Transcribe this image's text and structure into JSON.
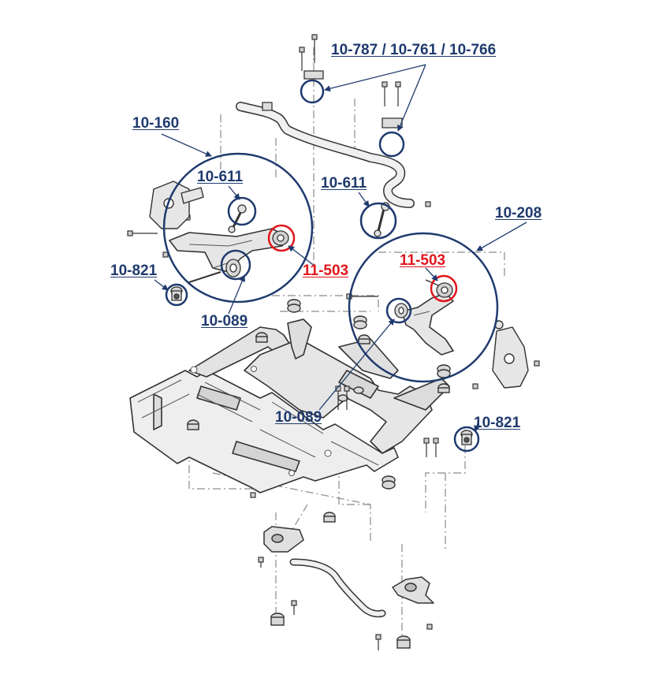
{
  "colors": {
    "label_primary": "#1f3a6e",
    "label_highlight": "#e0161c",
    "drawing_line": "#333333",
    "drawing_fill": "#e6e6e6",
    "leader_dash": "#8a8a8a"
  },
  "labels": {
    "stabilizer_group": "10-787 / 10-761 / 10-766",
    "left_arm_assembly": "10-160",
    "left_link": "10-611",
    "right_link": "10-611",
    "left_rear_bushing": "11-503",
    "right_rear_bushing": "11-503",
    "right_arm_assembly": "10-208",
    "left_ball_joint": "10-821",
    "right_ball_joint": "10-821",
    "left_front_bushing": "10-089",
    "right_front_bushing": "10-089"
  }
}
